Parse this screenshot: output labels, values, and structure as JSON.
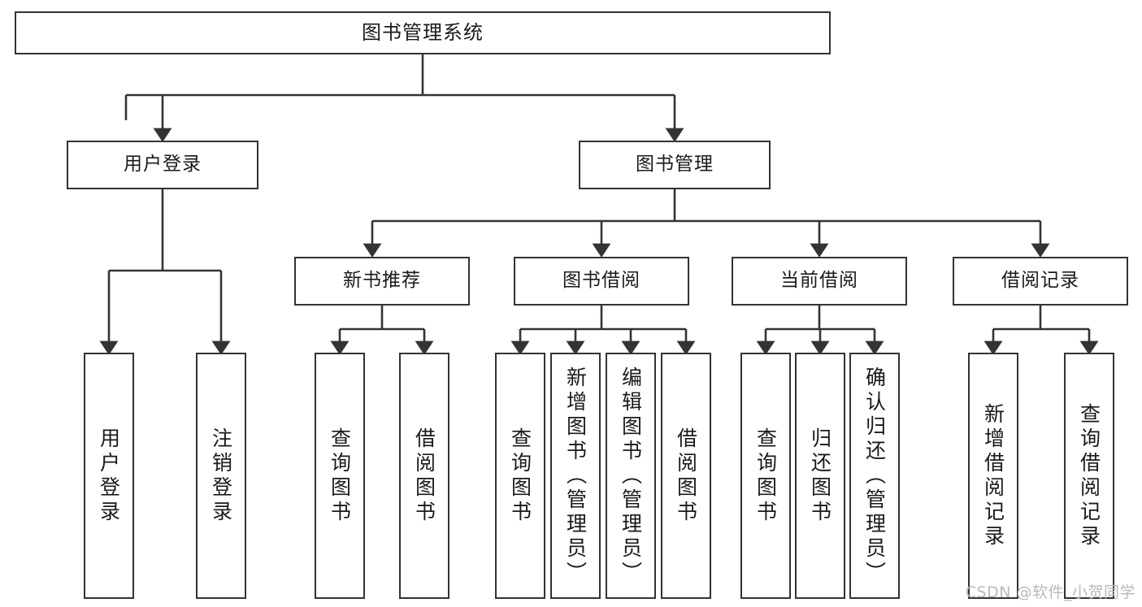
{
  "diagram": {
    "title": "图书管理系统",
    "type": "hierarchy-tree",
    "watermark": "CSDN @软件_小贺同学",
    "colors": {
      "background": "#ffffff",
      "box_border": "#333333",
      "box_fill": "#ffffff",
      "edge": "#333333",
      "text": "#1a1a1a",
      "watermark": "#b9b9b9"
    },
    "nodes": {
      "root": {
        "label": "图书管理系统"
      },
      "level1": [
        {
          "label": "用户登录"
        },
        {
          "label": "图书管理"
        }
      ],
      "level2": [
        {
          "label": "新书推荐"
        },
        {
          "label": "图书借阅"
        },
        {
          "label": "当前借阅"
        },
        {
          "label": "借阅记录"
        }
      ],
      "leaves": {
        "user_login": [
          {
            "label": "用户登录"
          },
          {
            "label": "注销登录"
          }
        ],
        "new_book_recommend": [
          {
            "label": "查询图书"
          },
          {
            "label": "借阅图书"
          }
        ],
        "book_borrow": [
          {
            "label": "查询图书"
          },
          {
            "label": "新增图书（管理员）"
          },
          {
            "label": "编辑图书（管理员）"
          },
          {
            "label": "借阅图书"
          }
        ],
        "current_borrow": [
          {
            "label": "查询图书"
          },
          {
            "label": "归还图书"
          },
          {
            "label": "确认归还（管理员）"
          }
        ],
        "borrow_record": [
          {
            "label": "新增借阅记录"
          },
          {
            "label": "查询借阅记录"
          }
        ]
      }
    }
  }
}
